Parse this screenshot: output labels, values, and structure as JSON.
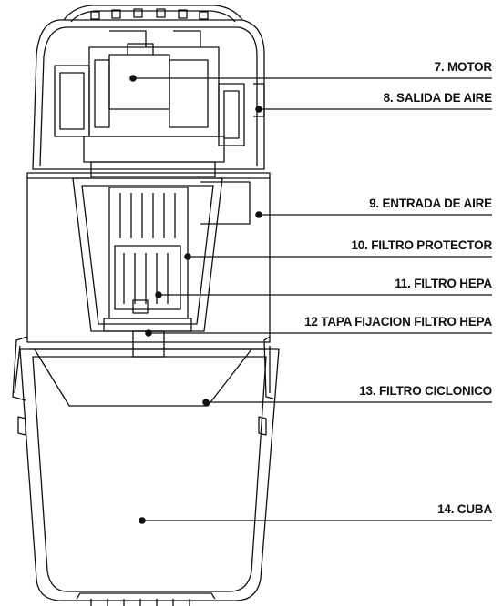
{
  "labels": [
    {
      "id": "motor",
      "text": "7. MOTOR"
    },
    {
      "id": "salida",
      "text": "8. SALIDA DE AIRE"
    },
    {
      "id": "entrada",
      "text": "9. ENTRADA DE AIRE"
    },
    {
      "id": "protector",
      "text": "10. FILTRO PROTECTOR"
    },
    {
      "id": "hepa",
      "text": "11. FILTRO HEPA"
    },
    {
      "id": "tapa",
      "text": "12 TAPA FIJACION FILTRO HEPA"
    },
    {
      "id": "ciclonico",
      "text": "13. FILTRO CICLONICO"
    },
    {
      "id": "cuba",
      "text": "14. CUBA"
    }
  ]
}
